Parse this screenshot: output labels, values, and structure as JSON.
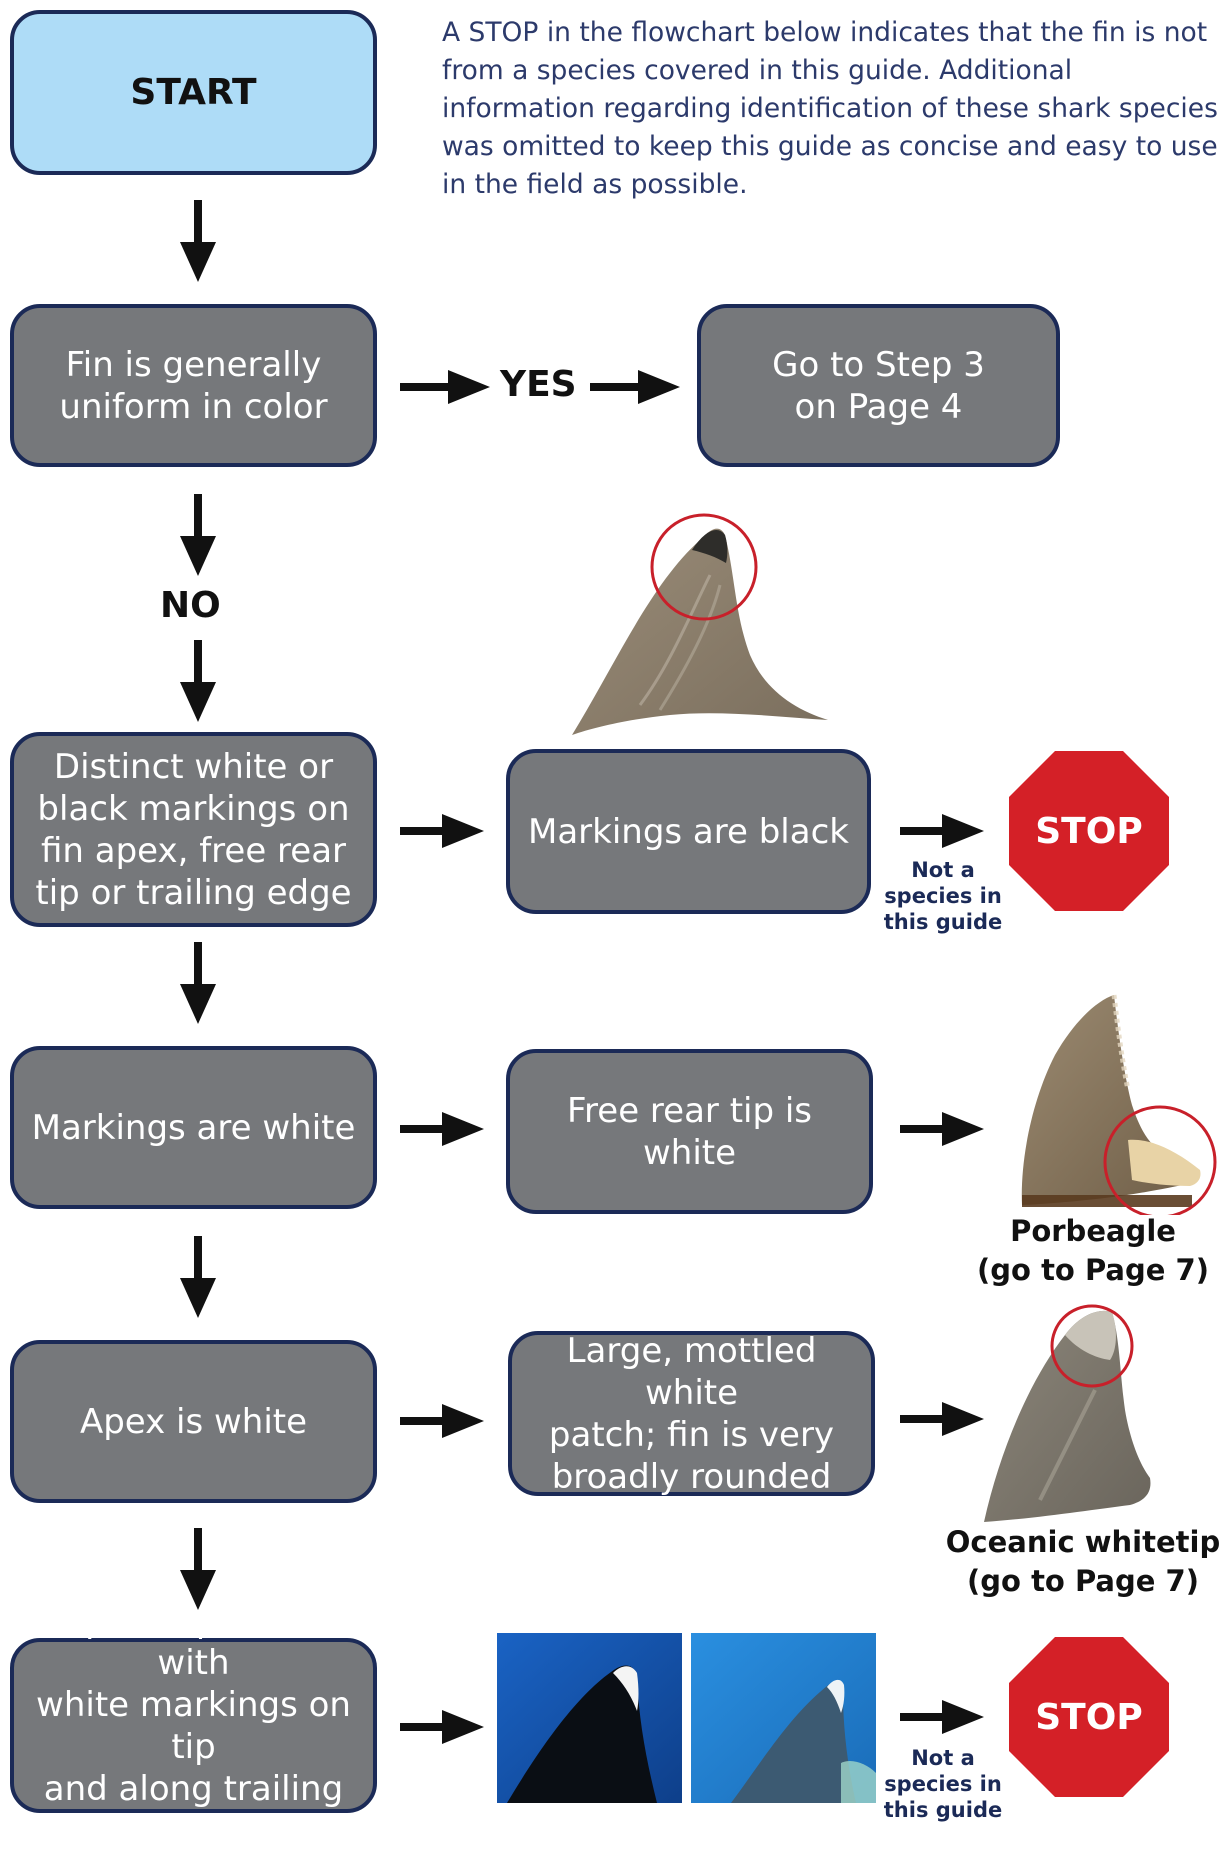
{
  "intro": "A STOP in the flowchart below indicates that the fin is not from a species covered in this guide. Additional information regarding identification of these shark species was omitted to keep this guide as concise and easy to use in the field as possible.",
  "nodes": {
    "start": "START",
    "uniform": "Fin is generally\nuniform in color",
    "go_step3": "Go to Step 3\non Page 4",
    "distinct": "Distinct white or\nblack markings on\nfin apex, free rear\ntip or trailing edge",
    "black": "Markings are black",
    "white": "Markings are white",
    "rear_tip": "Free rear tip is white",
    "apex_white": "Apex is white",
    "mottled": "Large, mottled white\npatch; fin is very\nbroadly rounded",
    "apex_pointed": "Apex is pointed with\nwhite markings on tip\nand along trailing edge"
  },
  "labels": {
    "yes": "YES",
    "no": "NO",
    "stop1": "STOP",
    "stop2": "STOP",
    "not_species1": "Not a\nspecies in\nthis guide",
    "not_species2": "Not a\nspecies in\nthis guide",
    "porbeagle": "Porbeagle\n(go to Page 7)",
    "oceanic": "Oceanic whitetip\n(go to Page 7)"
  },
  "colors": {
    "box_fill": "#76787b",
    "box_border": "#1b2a57",
    "start_fill": "#aedcf7",
    "stop_red": "#d42027",
    "highlight_circle": "#c8202a",
    "intro_text": "#2c3a6b"
  }
}
